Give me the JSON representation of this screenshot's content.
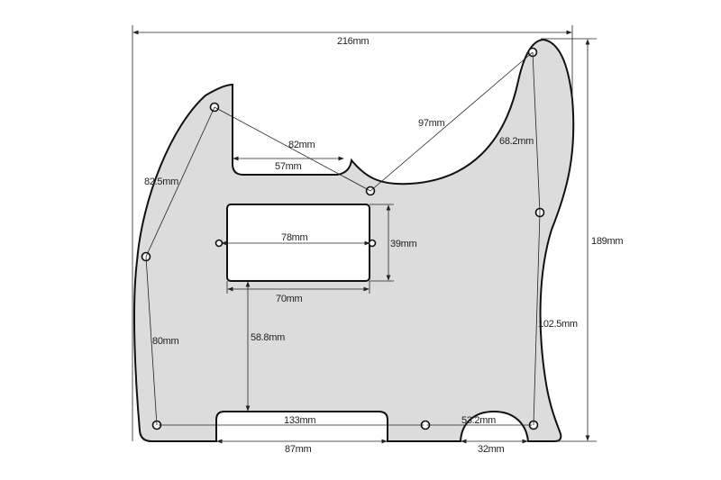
{
  "title": "Telecaster pickguard dimensions",
  "colors": {
    "pickguard_fill": "#dcdcdc",
    "outline": "#111111",
    "cutout": "#ffffff"
  },
  "dimensions": {
    "overall_width": "216mm",
    "overall_height": "189mm",
    "top_left_to_neck_hole": "82mm",
    "neck_slot_width": "57mm",
    "neck_hole_to_top_right": "97mm",
    "upper_left_holes": "82.5mm",
    "upper_right_holes": "68.2mm",
    "pickup_hole_spacing": "78mm",
    "pickup_height": "39mm",
    "pickup_width": "70mm",
    "pickup_to_bottom_slot": "58.8mm",
    "left_holes": "80mm",
    "lower_right_holes": "102.5mm",
    "bottom_hole_span": "133mm",
    "bottom_right_hole_span": "53.2mm",
    "bottom_slot_width": "87mm",
    "bottom_arch_width": "32mm"
  }
}
